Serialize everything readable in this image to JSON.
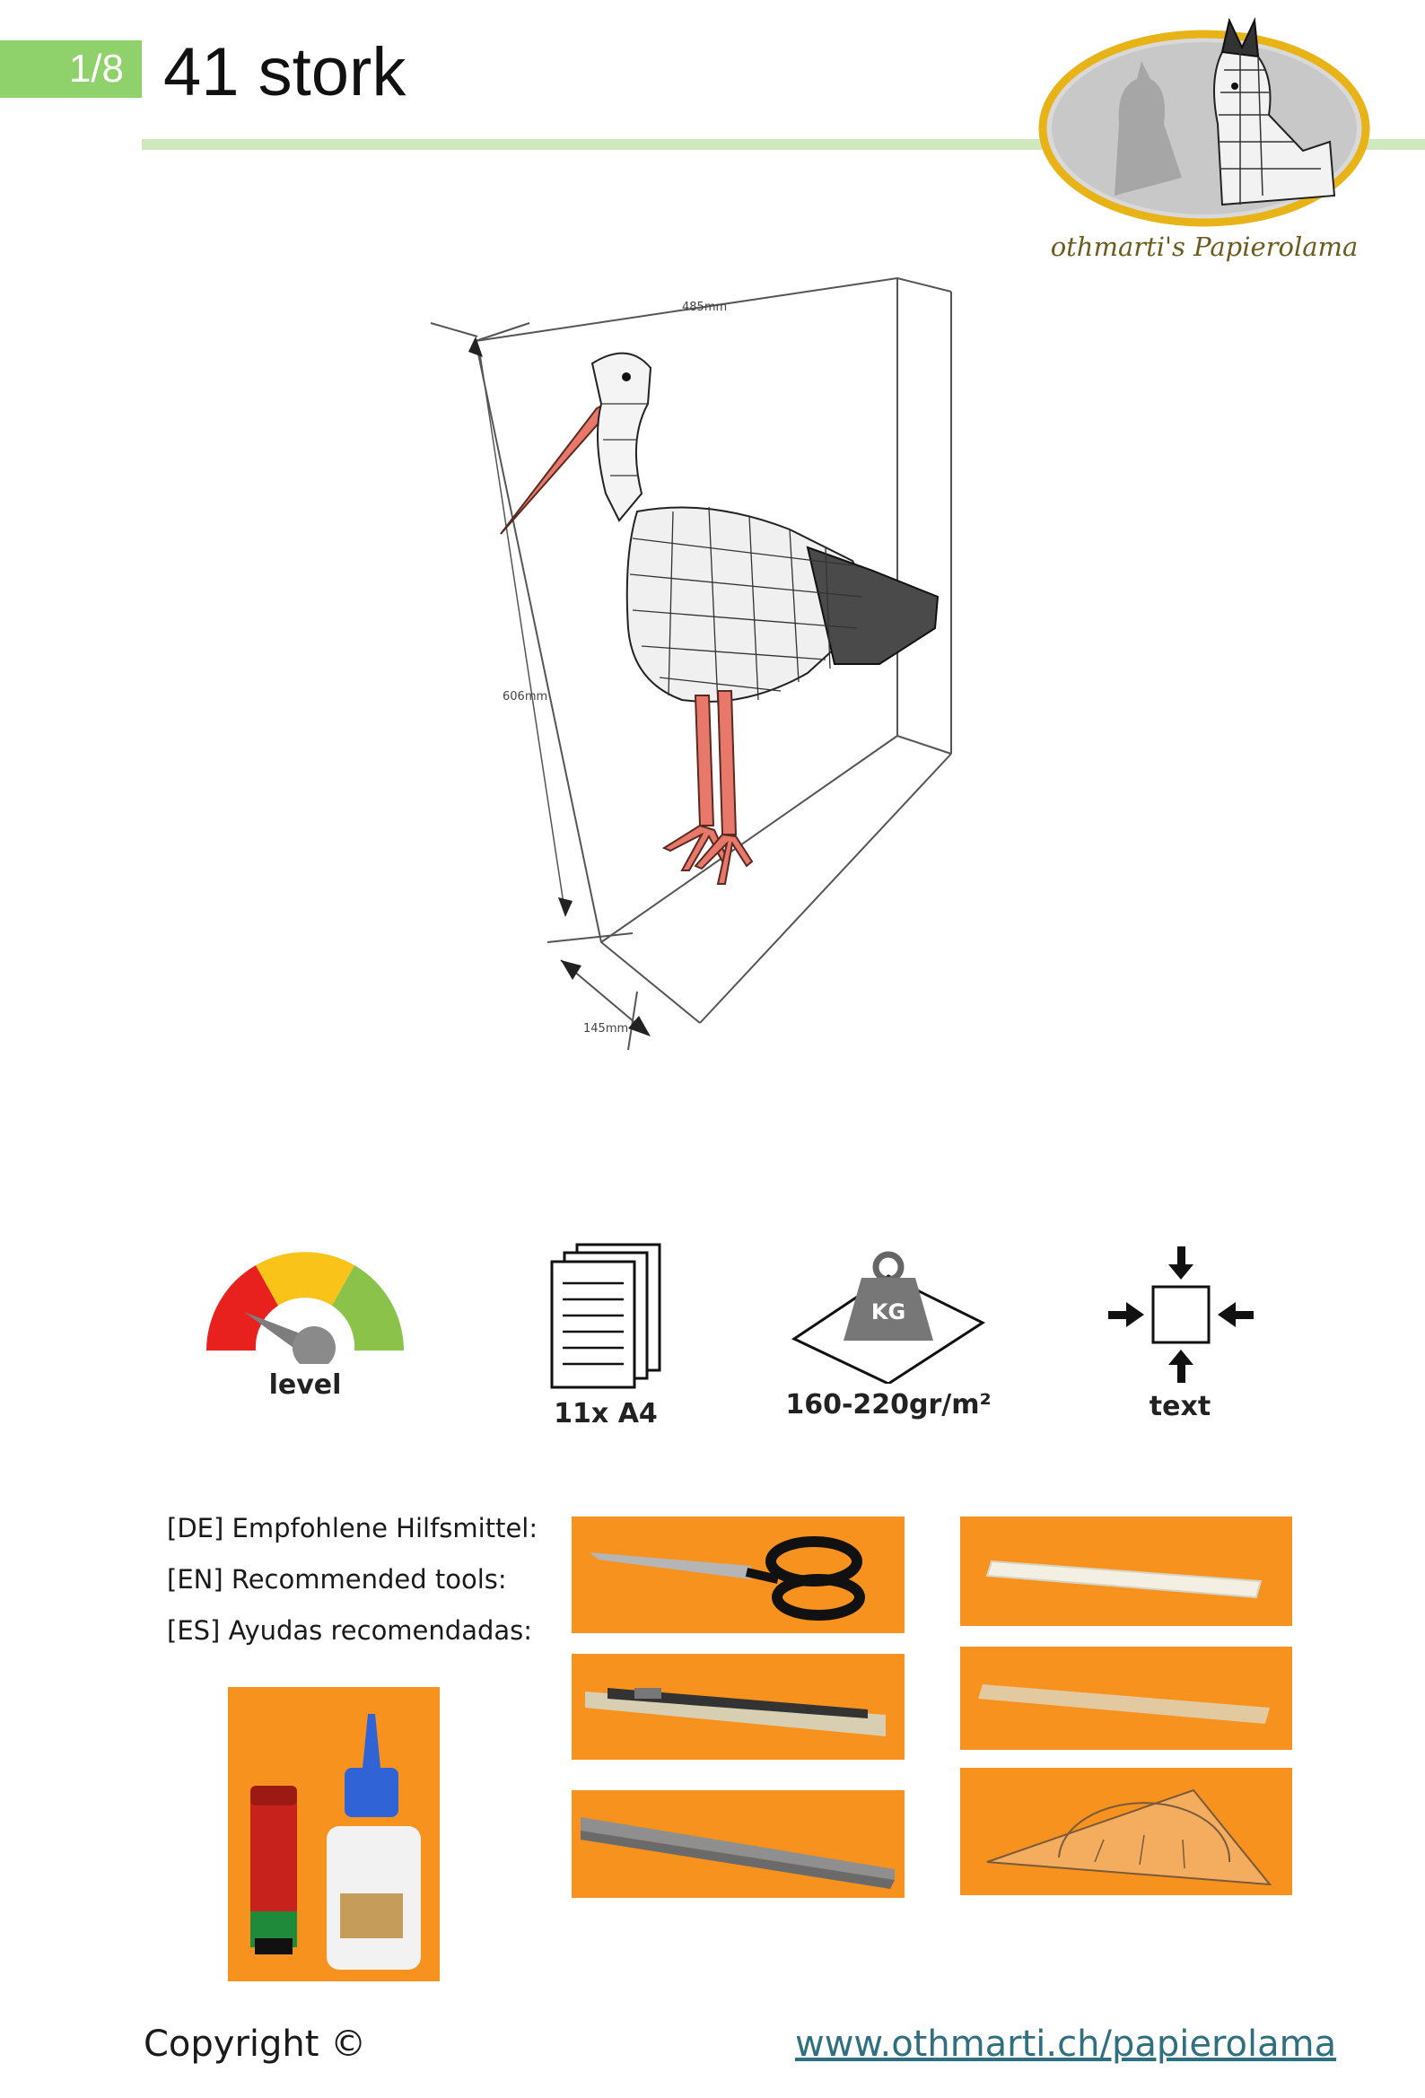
{
  "header": {
    "page_indicator": "1/8",
    "title": "41 stork",
    "logo_caption": "othmarti's Papierolama"
  },
  "model": {
    "dim_width": "485mm",
    "dim_height": "606mm",
    "dim_depth": "145mm"
  },
  "stats": [
    {
      "label": "level",
      "icon": "difficulty-gauge-icon"
    },
    {
      "label": "11x A4",
      "icon": "paper-stack-icon"
    },
    {
      "label": "160-220gr/m²",
      "icon": "paper-weight-icon",
      "badge": "KG"
    },
    {
      "label": "text",
      "icon": "assembly-arrows-icon"
    }
  ],
  "tools": {
    "lines": [
      "[DE] Empfohlene Hilfsmittel:",
      "[EN] Recommended tools:",
      "[ES] Ayudas recomendadas:"
    ],
    "photos": [
      "glue-photo",
      "scissors-photo",
      "cutter-knife-photo",
      "tweezers-photo",
      "bone-folder-white-photo",
      "wooden-stick-photo",
      "set-square-photo"
    ]
  },
  "footer": {
    "copyright": "Copyright ©",
    "website": "www.othmarti.ch/papierolama"
  },
  "colors": {
    "accent_green": "#8fd16a",
    "rule_green": "#cfe8bd",
    "photo_orange": "#f7921e",
    "beak_red": "#e8796a",
    "link": "#2f6f7f"
  }
}
